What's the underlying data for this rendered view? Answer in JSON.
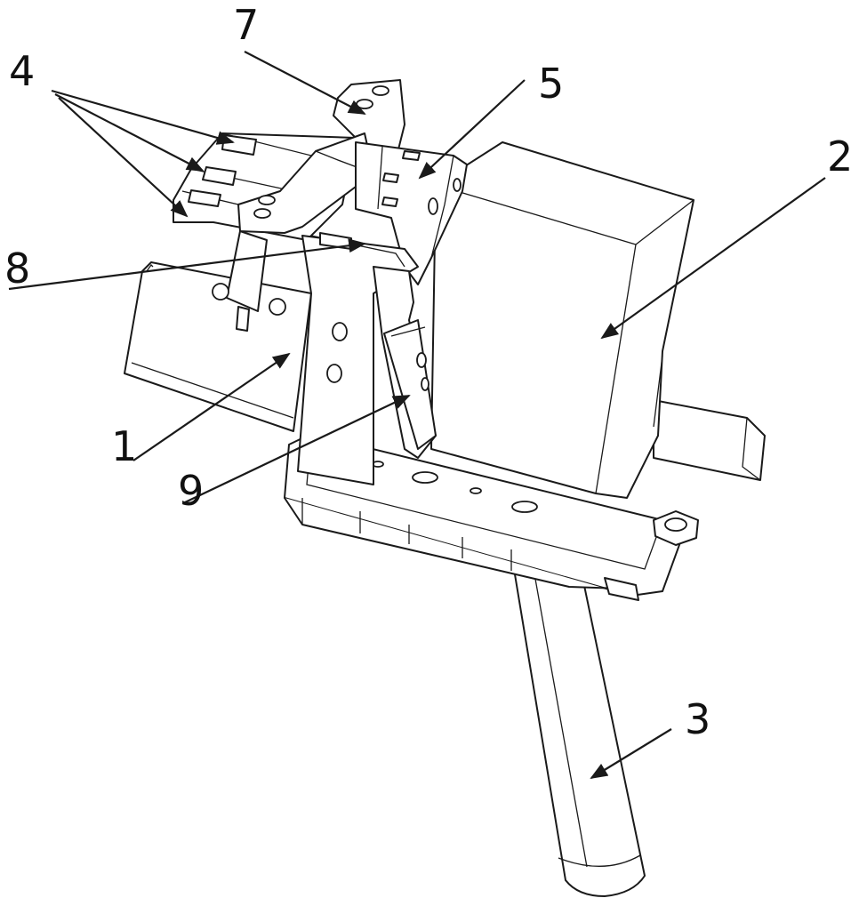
{
  "callouts": {
    "c1": "1",
    "c2": "2",
    "c3": "3",
    "c4": "4",
    "c5": "5",
    "c7": "7",
    "c8": "8",
    "c9": "9"
  },
  "colors": {
    "line": "#1a1a1a",
    "background": "#ffffff"
  }
}
